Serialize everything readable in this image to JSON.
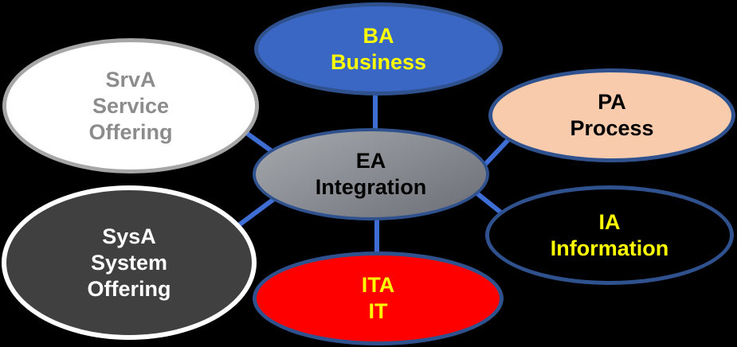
{
  "diagram": {
    "background": "#000000",
    "connector_color": "#3E6DD3",
    "nodes": {
      "ea": {
        "lines": [
          "EA",
          "Integration"
        ],
        "fill_top": "#A6A9AE",
        "fill_bottom": "#6B6E75",
        "border": "#2F528F",
        "text_color": "#000000"
      },
      "ba": {
        "lines": [
          "BA",
          "Business"
        ],
        "fill": "#3A66C4",
        "border": "#2F528F",
        "text_color": "#FFFF00"
      },
      "srva": {
        "lines": [
          "SrvA",
          "Service",
          "Offering"
        ],
        "fill": "#FFFFFF",
        "border": "#A6A6A6",
        "text_color": "#8C8C8C"
      },
      "pa": {
        "lines": [
          "PA",
          "Process"
        ],
        "fill": "#F8CBAD",
        "border": "#2F528F",
        "text_color": "#000000"
      },
      "ia": {
        "lines": [
          "IA",
          "Information"
        ],
        "fill": "#000000",
        "border": "#2F528F",
        "text_color": "#FFFF00"
      },
      "sysa": {
        "lines": [
          "SysA",
          "System",
          "Offering"
        ],
        "fill": "#404040",
        "border": "#FFFFFF",
        "text_color": "#FFFFFF"
      },
      "ita": {
        "lines": [
          "ITA",
          "IT"
        ],
        "fill": "#FF0000",
        "border": "#2F528F",
        "text_color": "#FFFF00"
      }
    },
    "edges": [
      {
        "from": "ea",
        "to": "ba"
      },
      {
        "from": "ea",
        "to": "srva"
      },
      {
        "from": "ea",
        "to": "pa"
      },
      {
        "from": "ea",
        "to": "ia"
      },
      {
        "from": "ea",
        "to": "sysa"
      },
      {
        "from": "ea",
        "to": "ita"
      }
    ]
  }
}
